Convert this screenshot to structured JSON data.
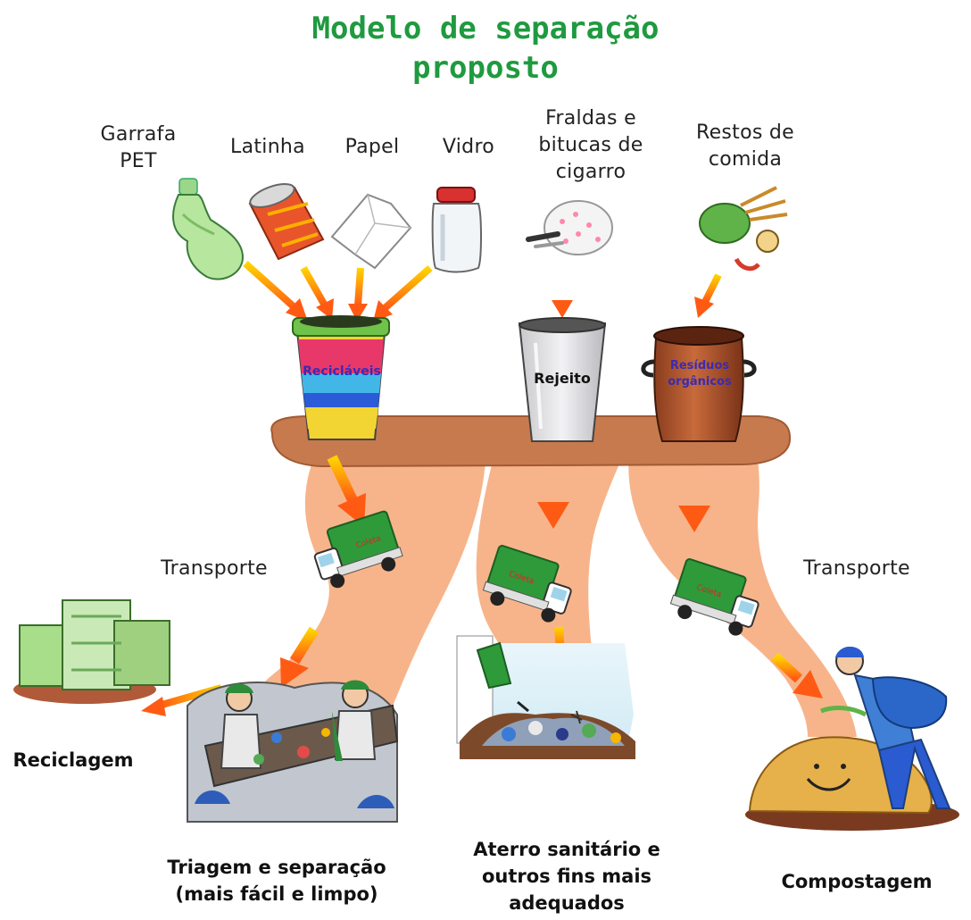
{
  "title": {
    "line1": "Modelo de separação",
    "line2": "proposto"
  },
  "items": {
    "pet": {
      "line1": "Garrafa",
      "line2": "PET"
    },
    "latinha": "Latinha",
    "papel": "Papel",
    "vidro": "Vidro",
    "fraldas": {
      "line1": "Fraldas e",
      "line2": "bitucas de",
      "line3": "cigarro"
    },
    "restos": {
      "line1": "Restos de",
      "line2": "comida"
    }
  },
  "bins": {
    "reciclaveis": "Recicláveis",
    "rejeito": "Rejeito",
    "organicos": {
      "line1": "Resíduos",
      "line2": "orgânicos"
    }
  },
  "transport": {
    "left": "Transporte",
    "right": "Transporte"
  },
  "truck_text": "Coleta",
  "destinations": {
    "reciclagem": "Reciclagem",
    "triagem": {
      "line1": "Triagem e separação",
      "line2": "(mais fácil e limpo)"
    },
    "aterro": {
      "line1": "Aterro sanitário e",
      "line2": "outros fins mais",
      "line3": "adequados"
    },
    "compostagem": "Compostagem"
  },
  "colors": {
    "title": "#1f9a3f",
    "platform": "#c87a4f",
    "flow": "#f7b48a",
    "arrow_start": "#ffd400",
    "arrow_end": "#ff5a14",
    "truck": "#2f9a3a",
    "bin_text": "#3a2bb5"
  }
}
